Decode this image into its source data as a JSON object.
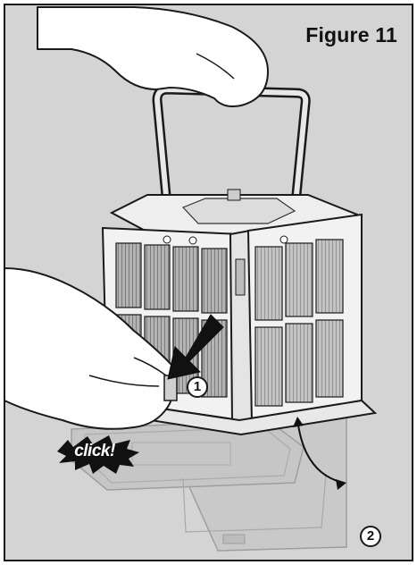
{
  "figure": {
    "title": "Figure 11",
    "callout_1": "1",
    "callout_2": "2",
    "click_label": "click!"
  },
  "colors": {
    "background": "#d4d4d4",
    "frame_border": "#1a1a1a",
    "hand_fill": "#ffffff",
    "filter_panel": "#a9a9a9",
    "frame_dark": "#2a2a2a",
    "ghost_cover": "#bdbdbd",
    "arrow": "#111111"
  },
  "icons": {
    "down_arrow": "push-down-arrow-icon",
    "click_burst": "click-burst-icon",
    "swing_arrow": "curved-swing-arrow-icon"
  }
}
